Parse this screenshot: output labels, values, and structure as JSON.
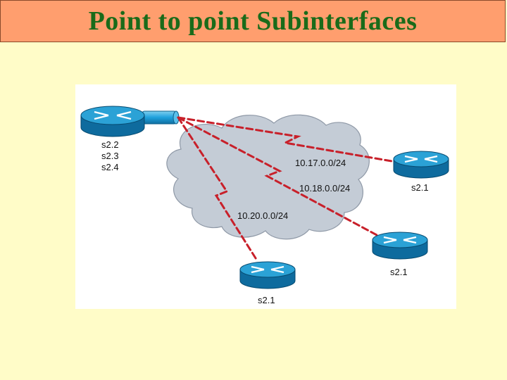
{
  "title": "Point to point Subinterfaces",
  "colors": {
    "title_bar": "#ff9e6e",
    "title_text": "#1a6b1a",
    "background": "#fffcc8",
    "link": "#c8202a",
    "router": "#1a8fc6",
    "cloud": "#c4ccd6"
  },
  "hub_router": {
    "icon": "router-icon",
    "subinterfaces": [
      "s2.2",
      "s2.3",
      "s2.4"
    ]
  },
  "links": [
    {
      "subnet": "10.17.0.0/24",
      "remote_interface": "s2.1"
    },
    {
      "subnet": "10.18.0.0/24",
      "remote_interface": "s2.1"
    },
    {
      "subnet": "10.20.0.0/24",
      "remote_interface": "s2.1"
    }
  ]
}
